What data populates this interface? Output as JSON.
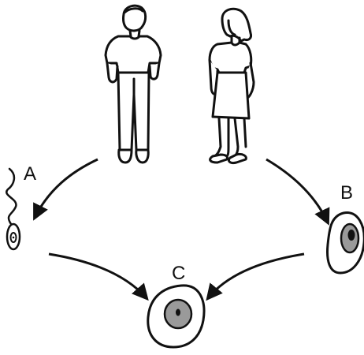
{
  "labels": {
    "sperm": "A",
    "egg": "B",
    "zygote": "C"
  },
  "colors": {
    "stroke": "#111111",
    "cytoplasm": "#ffffff",
    "nucleus_fill": "#9a9a9a",
    "nucleolus_fill": "#111111"
  },
  "icons": [
    "man-figure",
    "woman-figure",
    "sperm-cell",
    "egg-cell",
    "zygote-cell",
    "arrow"
  ]
}
